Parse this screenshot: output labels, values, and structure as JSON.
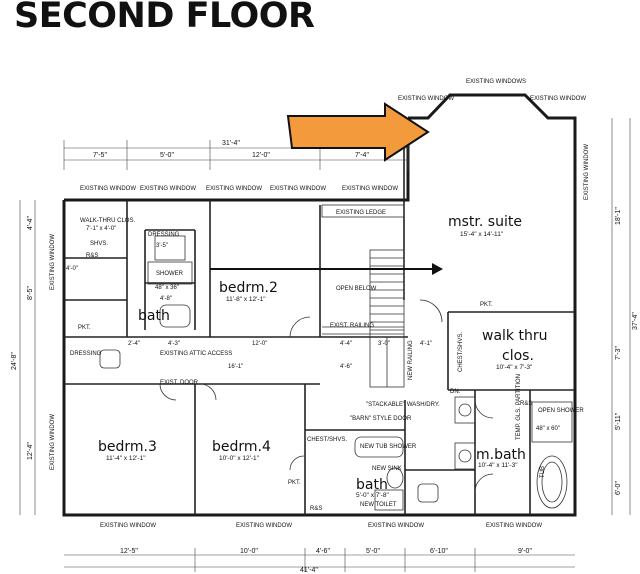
{
  "title": "SECOND FLOOR",
  "arrow_color": "#F39A3C",
  "rooms": {
    "mstr_suite": {
      "name": "mstr. suite",
      "size": "15'-4\" x 14'-11\""
    },
    "bedrm2": {
      "name": "bedrm.2",
      "size": "11'-8\" x 12'-1\""
    },
    "bath": {
      "name": "bath"
    },
    "walk_thru_clos": {
      "name": "walk thru",
      "name2": "clos.",
      "size": "10'-4\" x 7'-3\""
    },
    "bedrm3": {
      "name": "bedrm.3",
      "size": "11'-4\" x 12'-1\""
    },
    "bedrm4": {
      "name": "bedrm.4",
      "size": "10'-0\" x 12'-1\""
    },
    "mbath": {
      "name": "m.bath",
      "size": "10'-4\" x 11'-3\""
    },
    "bath2": {
      "name": "bath",
      "size": "5'-0\" x 7'-8\""
    }
  },
  "labels": {
    "existing_windows": "EXISTING WINDOWS",
    "existing_window": "EXISTING WINDOW",
    "existing_ledge": "EXISTING LEDGE",
    "open_below": "OPEN BELOW",
    "exist_railing": "EXIST. RAILING",
    "walk_thru_clos_small": "WALK-THRU CLOS.",
    "walk_thru_clos_small_size": "7'-1\" x 4'-0\"",
    "shvs": "SHVS.",
    "dressing": "DRESSING",
    "shower": "SHOWER",
    "shower_size": "48\" x 36\"",
    "r_s": "R&S",
    "pkt": "PKT.",
    "existing_attic_access": "EXISTING ATTIC ACCESS",
    "exist_door": "EXIST. DOOR",
    "stackable": "\"STACKABLE\" WASH/DRY.",
    "barn_door": "\"BARN\" STYLE DOOR",
    "chest_shvs": "CHEST/SHVS.",
    "new_tub_shower": "NEW TUB SHOWER",
    "new_sink": "NEW SINK",
    "new_toilet": "NEW TOILET",
    "open_shower": "OPEN SHOWER",
    "open_shower_size": "48\" x 60\"",
    "new_railing": "NEW RAILING",
    "dn": "DN.",
    "chest_shvs_v": "CHEST/SHVS.",
    "tempered_glass": "TEMP. GLS. PARTITION",
    "tub": "TUB"
  },
  "dimensions": {
    "overall_top": "31'-4\"",
    "overall_bottom": "41'-4\"",
    "top_segments": [
      "7'-5\"",
      "5'-0\"",
      "12'-0\"",
      "7'-4\""
    ],
    "bottom_segments": [
      "12'-5\"",
      "10'-0\"",
      "4'-6\"",
      "5'-0\"",
      "6'-10\"",
      "9'-0\""
    ],
    "left_overall": "24'-8\"",
    "left_segments": [
      "4'-4\"",
      "8'-5\"",
      "12'-4\""
    ],
    "right_overall": "37'-4\"",
    "right_segments": [
      "18'-1\"",
      "7'-3\"",
      "5'-11\"",
      "6'-0\""
    ],
    "misc": [
      "12'-0\"",
      "16'-1\"",
      "4'-4\"",
      "4'-6\"",
      "3'-0\"",
      "4'-1\"",
      "4'-3\"",
      "2'-4\"",
      "4'-0\"",
      "3'-5\"",
      "4'-8\""
    ]
  }
}
